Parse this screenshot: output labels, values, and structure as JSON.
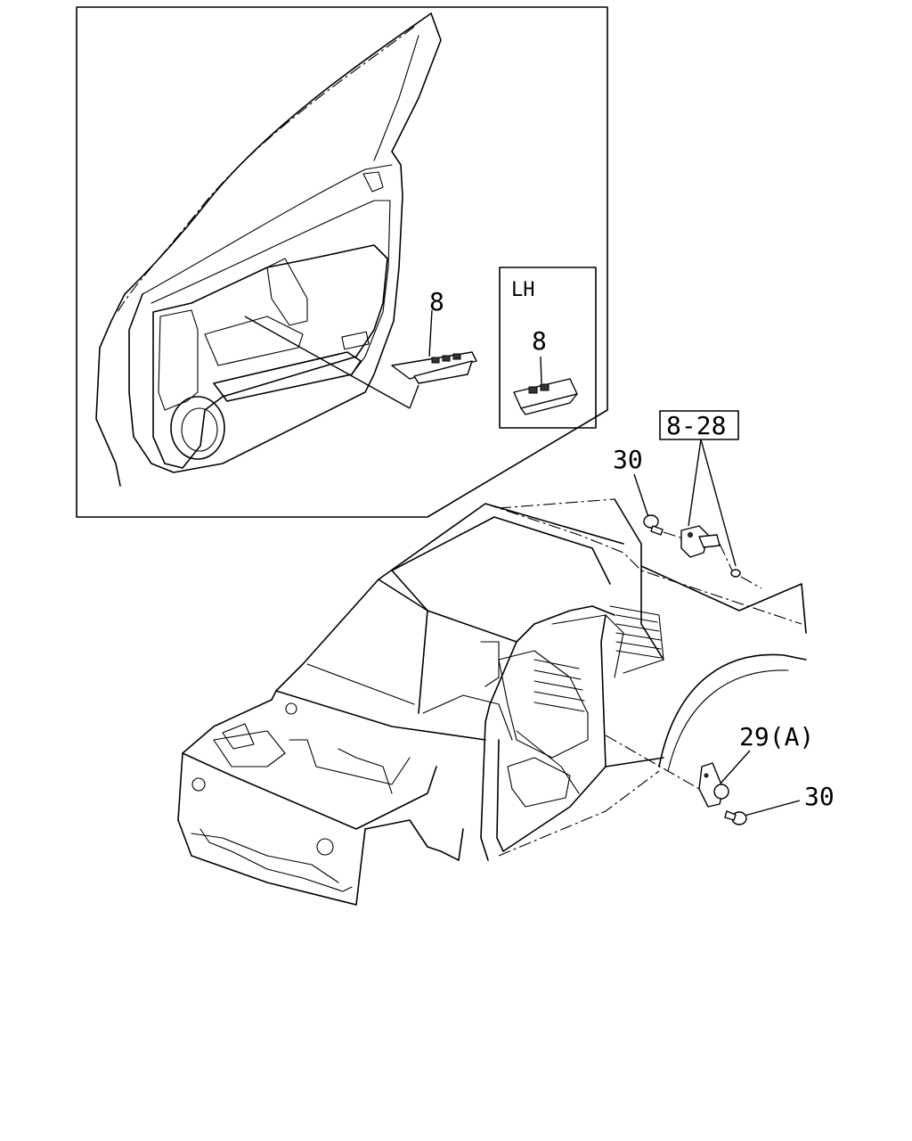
{
  "callouts": {
    "door_switch": "8",
    "lh_variant": "LH",
    "lh_switch": "8",
    "sensor_set": "8-28",
    "bolt_upper": "30",
    "sensor_lower": "29(A)",
    "bolt_lower": "30"
  }
}
